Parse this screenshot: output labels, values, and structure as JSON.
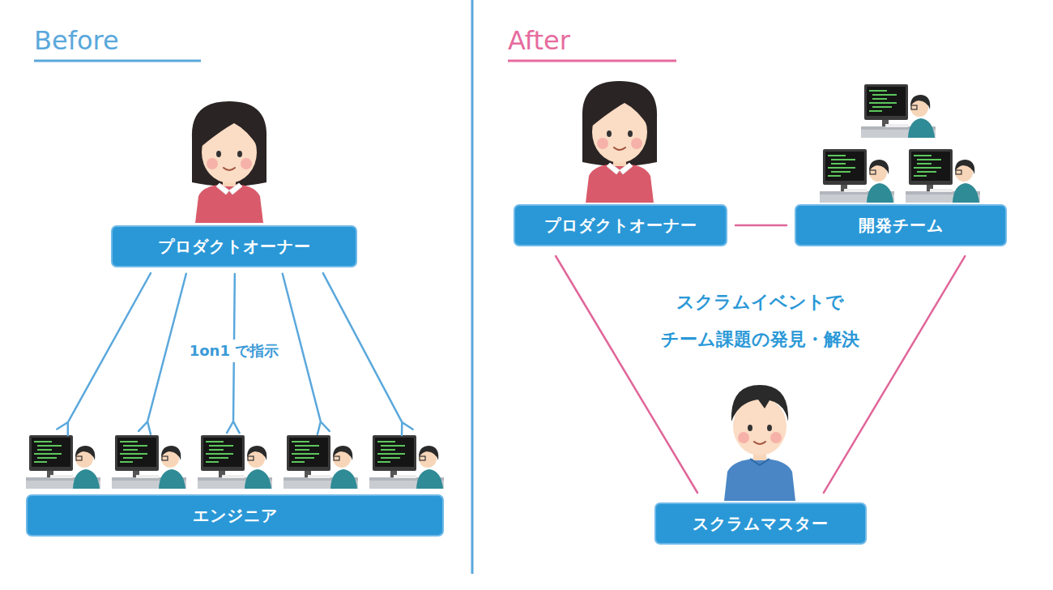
{
  "diagram": {
    "nodes": [
      {
        "text": [
          "プロダクトオーナー"
        ]
      },
      {
        "text": [
          "エンジニア"
        ]
      },
      {
        "text": [
          "プロダクトオーナー"
        ]
      },
      {
        "text": [
          "開発チーム"
        ]
      },
      {
        "text": [
          "スクラムマスター"
        ]
      }
    ],
    "edges": [
      {
        "from": 0,
        "to": 1,
        "arrow": "to"
      },
      {
        "from": 0,
        "to": 1,
        "arrow": "to"
      },
      {
        "from": 0,
        "to": 1,
        "arrow": "to",
        "label": "1on1 で指示"
      },
      {
        "from": 0,
        "to": 1,
        "arrow": "to"
      },
      {
        "from": 0,
        "to": 1,
        "arrow": "to"
      },
      {
        "from": 2,
        "to": 3,
        "arrow": "none"
      },
      {
        "from": 2,
        "to": 4,
        "arrow": "none"
      },
      {
        "from": 3,
        "to": 4,
        "arrow": "none"
      }
    ],
    "labels": [
      "Before",
      "After",
      "スクラムイベントで チーム課題の発見・解決"
    ]
  }
}
